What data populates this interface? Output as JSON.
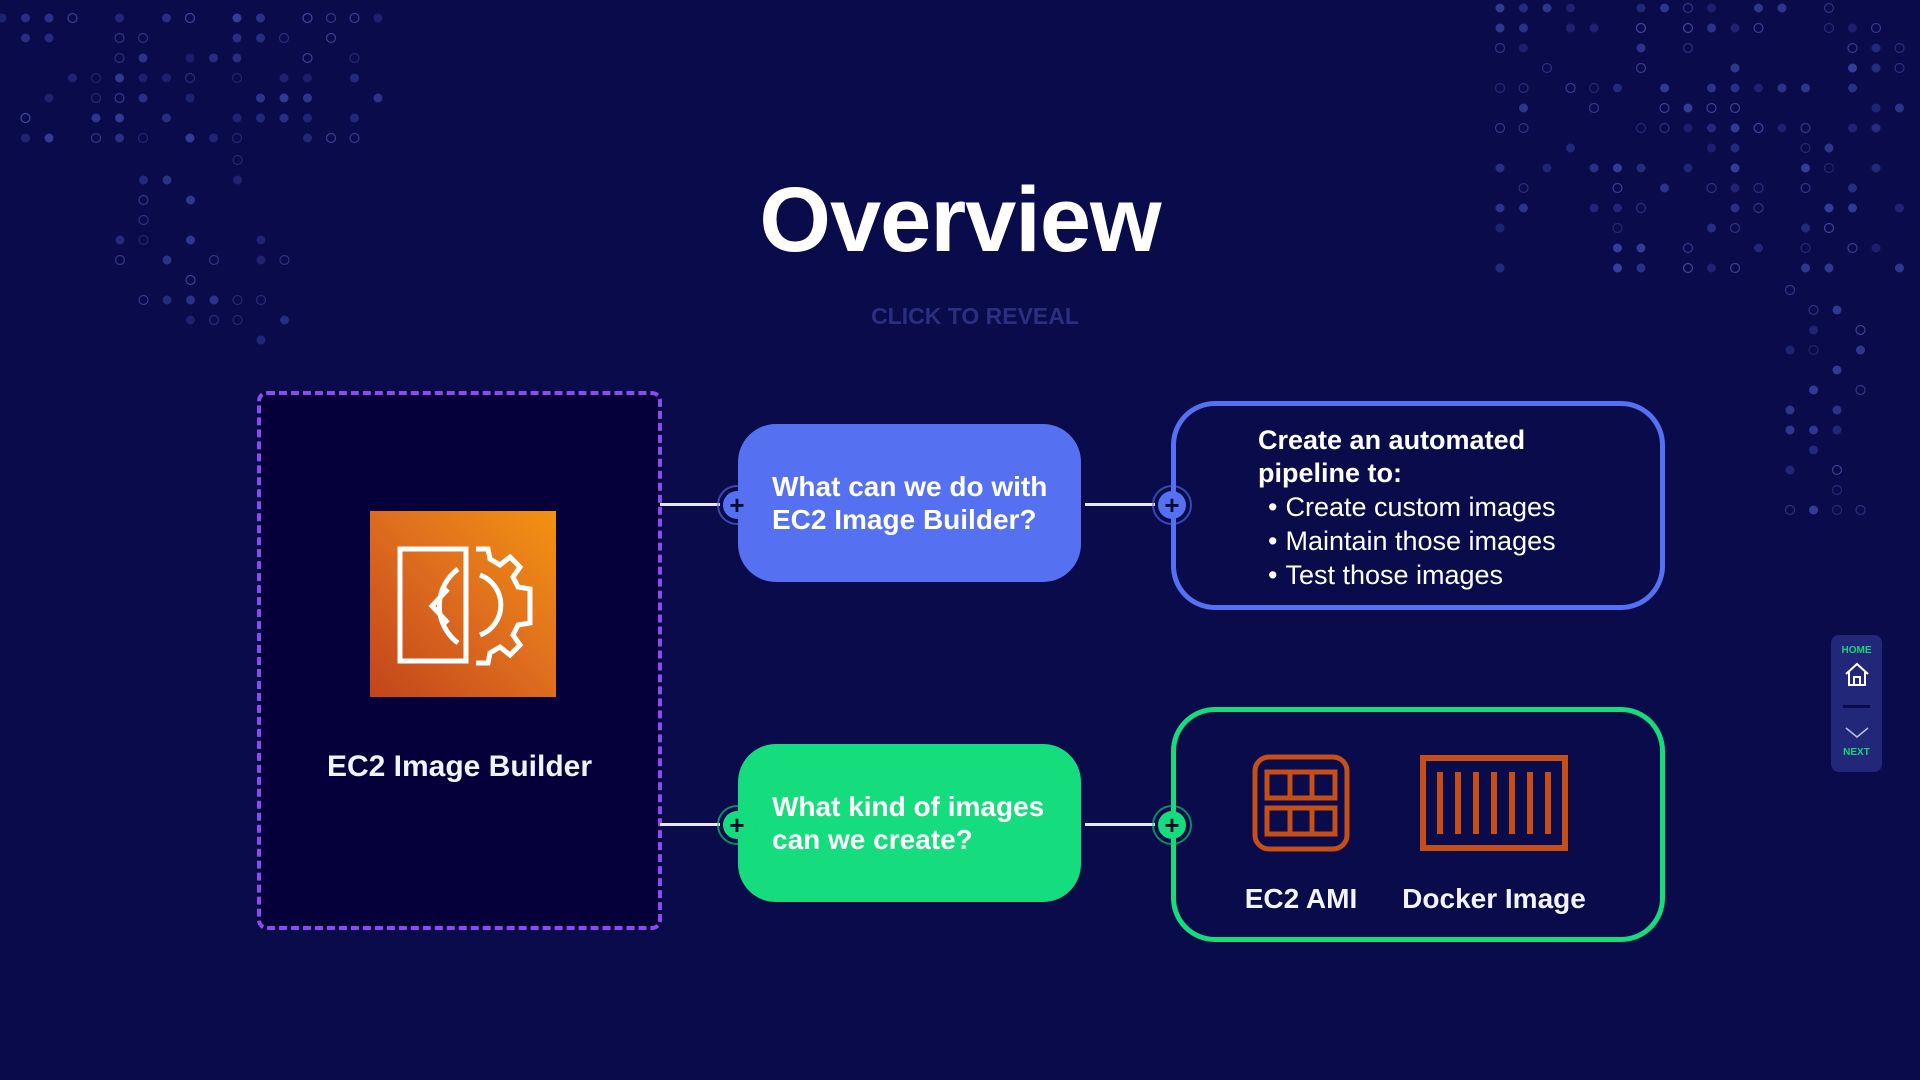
{
  "slide": {
    "title": "Overview",
    "reveal_label": "CLICK TO REVEAL"
  },
  "main_card": {
    "label": "EC2 Image Builder",
    "icon": "ec2-image-builder-icon"
  },
  "questions": [
    {
      "text_line1": "What can we do with",
      "text_line2": "EC2 Image Builder?",
      "color": "#5571f1"
    },
    {
      "text_line1": "What kind of images",
      "text_line2": "can we create?",
      "color": "#15dc7c"
    }
  ],
  "answers": {
    "pipeline": {
      "heading_line1": "Create an automated",
      "heading_line2": "pipeline to:",
      "items": [
        "Create custom images",
        "Maintain those images",
        "Test those images"
      ]
    },
    "image_types": [
      {
        "label": "EC2 AMI",
        "icon": "ami-icon"
      },
      {
        "label": "Docker Image",
        "icon": "container-icon"
      }
    ]
  },
  "node_symbol": "+",
  "nav": {
    "home_label": "HOME",
    "next_label": "NEXT"
  },
  "colors": {
    "background": "#0a0b4a",
    "accent_blue": "#5571f1",
    "accent_green": "#15dc7c",
    "dashed_border": "#8a4cf0",
    "aws_orange": "#e0701e",
    "icon_orange": "#c64e17"
  }
}
